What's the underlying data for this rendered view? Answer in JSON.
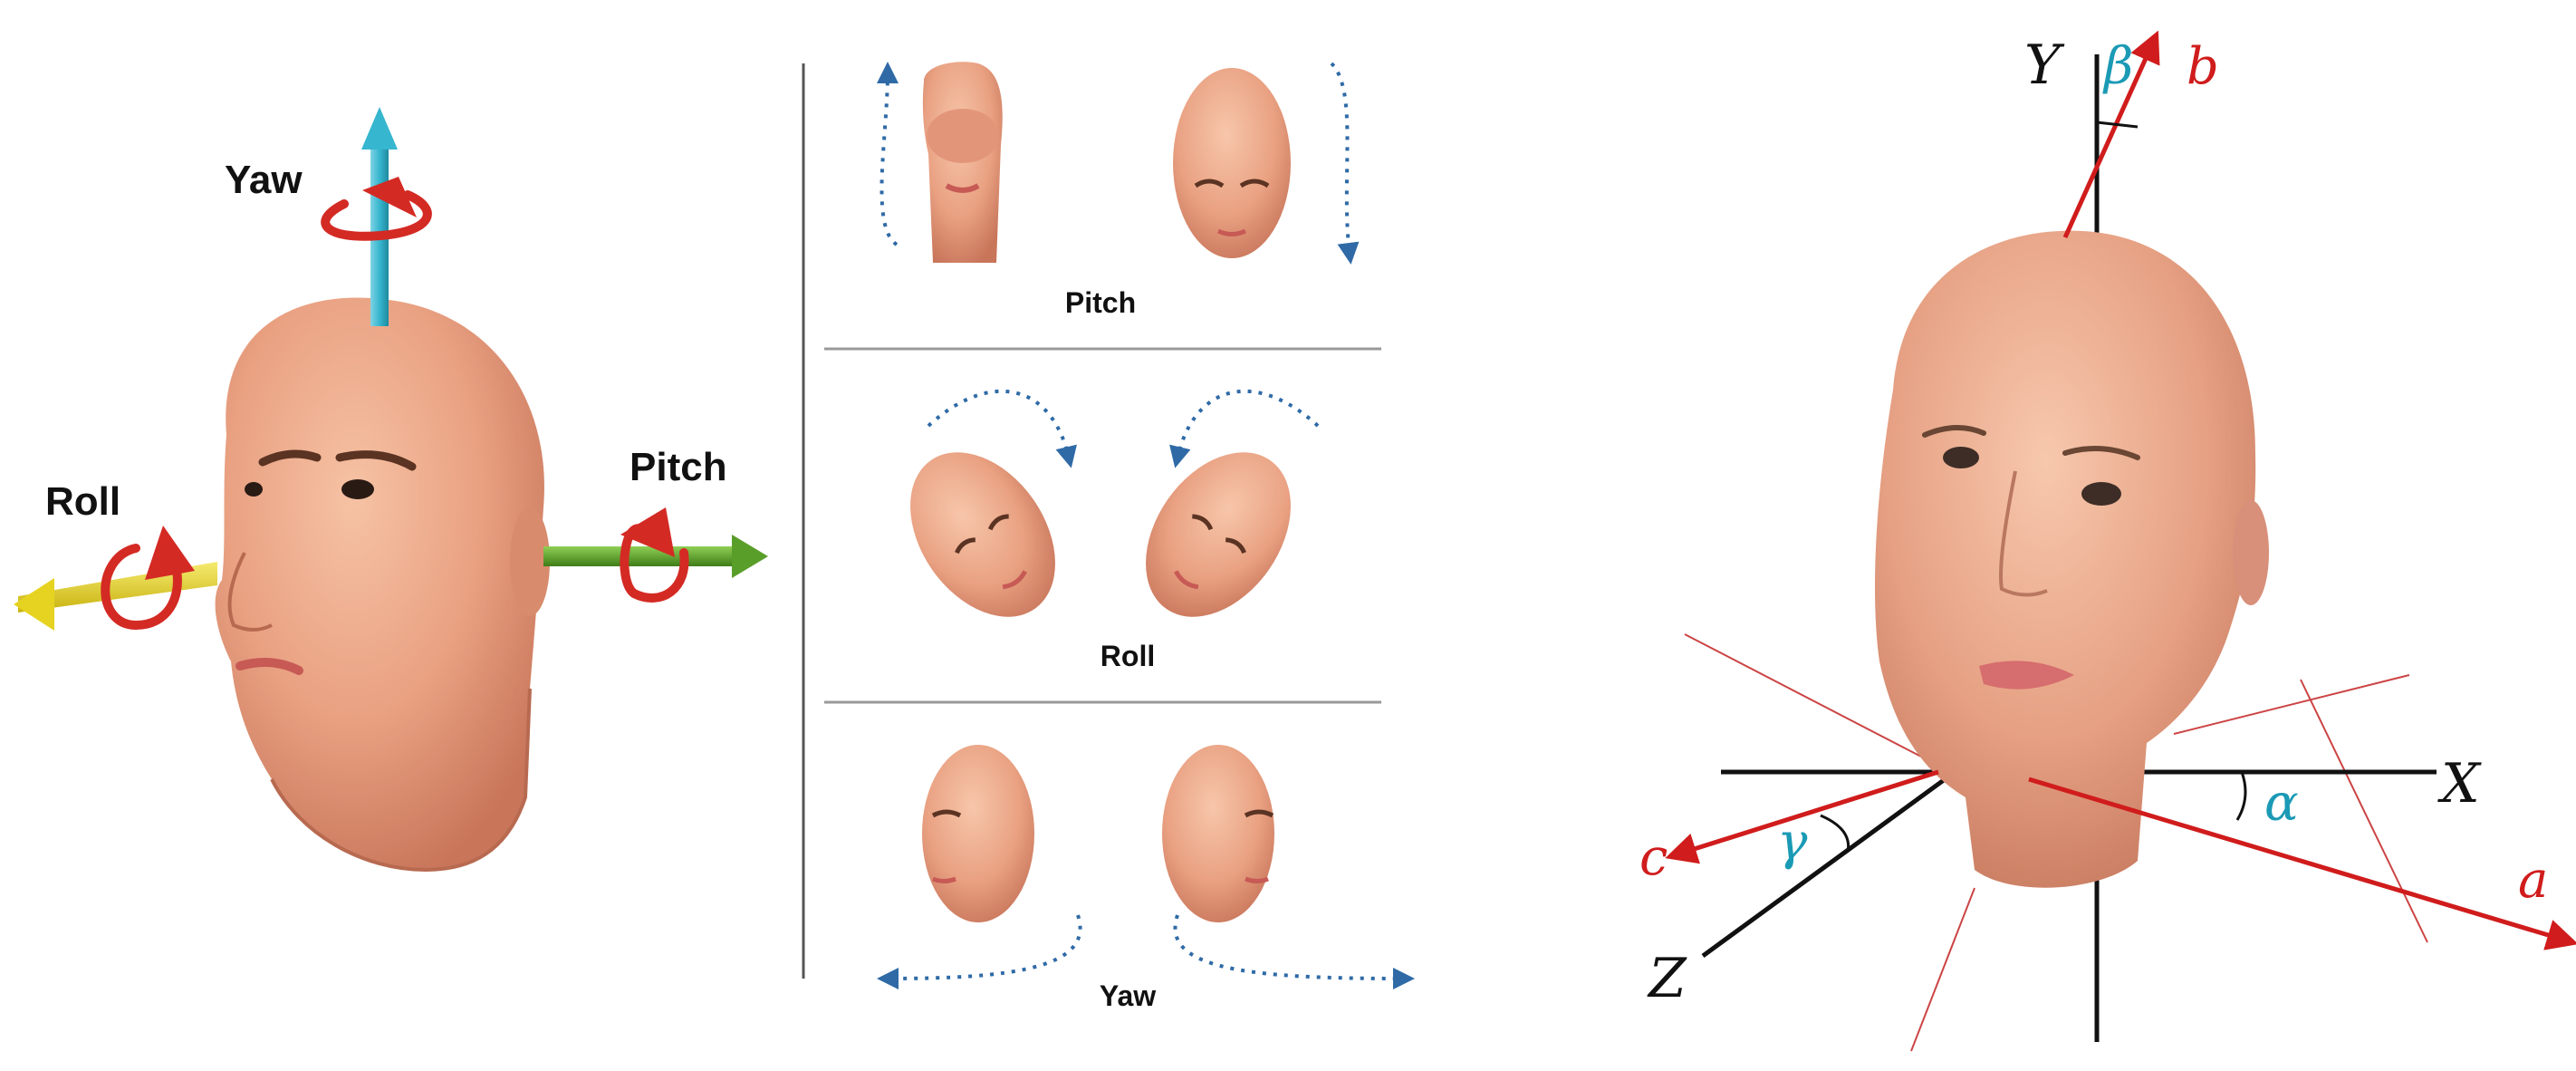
{
  "left_panel": {
    "labels": {
      "yaw": "Yaw",
      "roll": "Roll",
      "pitch": "Pitch"
    }
  },
  "middle_panel": {
    "rows": [
      {
        "label": "Pitch"
      },
      {
        "label": "Roll"
      },
      {
        "label": "Yaw"
      }
    ]
  },
  "right_panel": {
    "axes": {
      "x": "X",
      "y": "Y",
      "z": "Z"
    },
    "head_axes": {
      "a": "a",
      "b": "b",
      "c": "c"
    },
    "angles": {
      "alpha": "α",
      "beta": "β",
      "gamma": "γ"
    }
  },
  "colors": {
    "skin": "#e9a182",
    "yaw_axis": "#36b6cf",
    "roll_axis": "#e6d321",
    "pitch_axis": "#5a9e2a",
    "rotation_arrow": "#d42a24",
    "dotted_arrow": "#2f6aa6",
    "head_axis_red": "#d01c1c",
    "angle_teal": "#1b9ab5"
  }
}
